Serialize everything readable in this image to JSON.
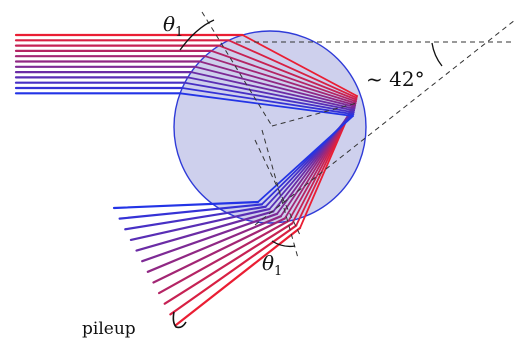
{
  "labels": {
    "theta_top": "θ",
    "theta_top_sub": "1",
    "theta_bottom": "θ",
    "theta_bottom_sub": "1",
    "angle_text": "~ 42°",
    "pileup_text": "pileup"
  },
  "colors": {
    "ray_start": "#ea1e33",
    "ray_end": "#2334e6",
    "droplet_fill": "#c5c8ea",
    "droplet_stroke": "#2f3bd8",
    "dash": "#333333"
  }
}
